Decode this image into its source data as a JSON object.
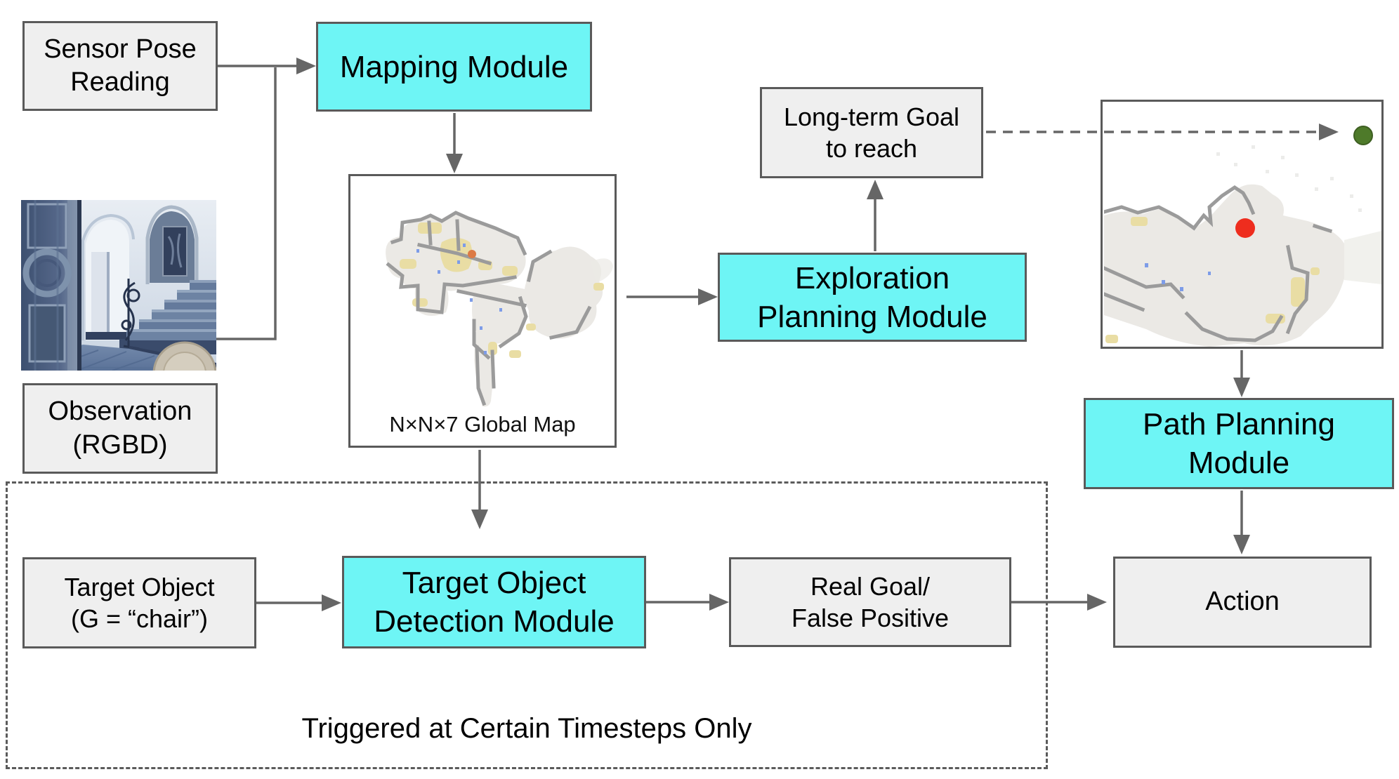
{
  "colors": {
    "module_fill": "#6ef5f5",
    "io_fill": "#efefef",
    "box_border": "#5a5a5a",
    "arrow": "#666666",
    "map_floor": "#ebe9e5",
    "map_wall": "#9b9b9b",
    "map_object_tan": "#e9dda4",
    "map_object_orange": "#dc7a46",
    "map_speck_blue": "#7d9ce8",
    "goal_dot_green": "#4e7a2a",
    "agent_dot_red": "#ee2d1e"
  },
  "nodes": {
    "sensor_pose": {
      "line1": "Sensor Pose",
      "line2": "Reading"
    },
    "mapping_module": {
      "label": "Mapping Module"
    },
    "observation": {
      "line1": "Observation",
      "line2": "(RGBD)"
    },
    "global_map": {
      "caption": "N×N×7 Global Map"
    },
    "long_term_goal": {
      "line1": "Long-term Goal",
      "line2": "to reach"
    },
    "exploration_module": {
      "line1": "Exploration",
      "line2": "Planning Module"
    },
    "path_planning_module": {
      "line1": "Path Planning",
      "line2": "Module"
    },
    "action": {
      "label": "Action"
    },
    "target_object": {
      "line1": "Target Object",
      "line2": "(G = “chair”)"
    },
    "detection_module": {
      "line1": "Target Object",
      "line2": "Detection Module"
    },
    "real_goal": {
      "line1": "Real Goal/",
      "line2": "False Positive"
    },
    "trigger_note": {
      "label": "Triggered at Certain Timesteps Only"
    }
  }
}
